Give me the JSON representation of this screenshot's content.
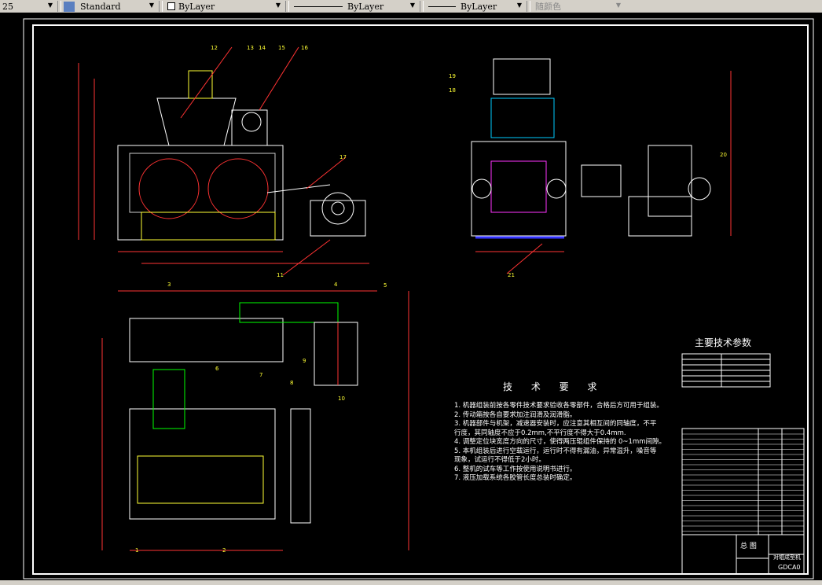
{
  "toolbar": {
    "scale_value": "25",
    "text_style": "Standard",
    "layer": "ByLayer",
    "linetype": "ByLayer",
    "lineweight": "ByLayer",
    "color": "随颜色"
  },
  "drawing": {
    "part_labels": [
      "11",
      "12",
      "13",
      "14",
      "15",
      "16",
      "17",
      "18",
      "19",
      "20",
      "21",
      "1",
      "2",
      "3",
      "4",
      "5",
      "6",
      "7",
      "8",
      "9",
      "10"
    ],
    "tech_params_title": "主要技术参数",
    "tech_req_title": "技 术 要 求",
    "tech_requirements": [
      "1.  机器组装前按各零件技术要求验收各零部件，合格后方可用于组装。",
      "2.  传动箱按各自要求加注润滑及润滑脂。",
      "3.  机器部件与机架，减速器安装时，应注意其相互间的同轴度，不平",
      "     行度，其同轴度不应于0.2mm,不平行度不得大于0.4mm.",
      "4.  调整定位块宽度方向的尺寸，使得两压辊组件保持的 0~1mm间隙。",
      "5.  本机组装后进行空载运行，运行时不得有漏油，异常温升，噪音等",
      "     现象，试运行不得低于2小时。",
      "6.  整机的试车等工作按使用说明书进行。",
      "7.  液压加载系统各胶管长度总装时确定。"
    ],
    "title_block": {
      "drawing_name": "总   图",
      "product": "对辊成型机",
      "code": "GDCA0"
    }
  }
}
